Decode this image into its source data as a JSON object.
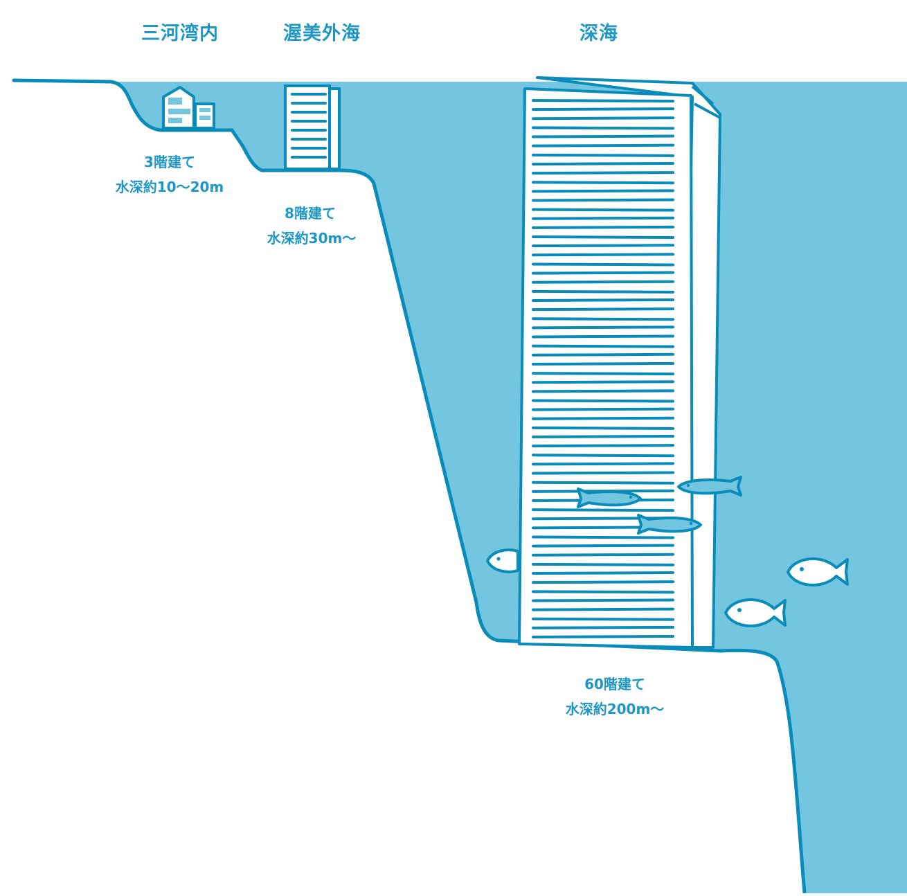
{
  "colors": {
    "sea": "#74c6e0",
    "ink": "#0a8cba",
    "text": "#1c97c6",
    "paper": "#ffffff"
  },
  "zones": [
    {
      "name": "三河湾内",
      "floors": "3階建て",
      "depth": "水深約10〜20m"
    },
    {
      "name": "渥美外海",
      "floors": "8階建て",
      "depth": "水深約30m〜"
    },
    {
      "name": "深海",
      "floors": "60階建て",
      "depth": "水深約200m〜"
    }
  ],
  "icons": [
    "small-house-icon",
    "eight-story-building-icon",
    "sixty-story-tower-icon",
    "fish-icon"
  ]
}
